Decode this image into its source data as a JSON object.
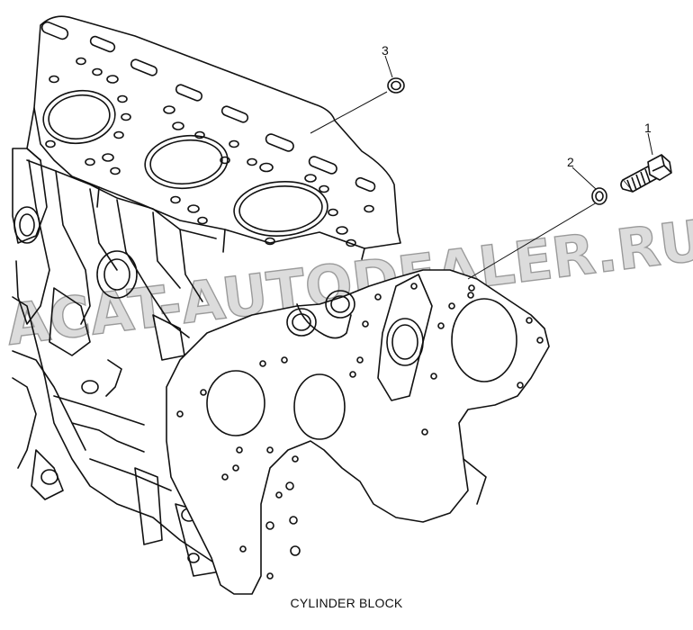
{
  "caption": "CYLINDER BLOCK",
  "callouts": [
    {
      "number": "1"
    },
    {
      "number": "2"
    },
    {
      "number": "3"
    }
  ],
  "watermark": "ACAT-AUTODEALER.RU",
  "colors": {
    "line": "#111111",
    "watermark": "#d6d6d6"
  }
}
